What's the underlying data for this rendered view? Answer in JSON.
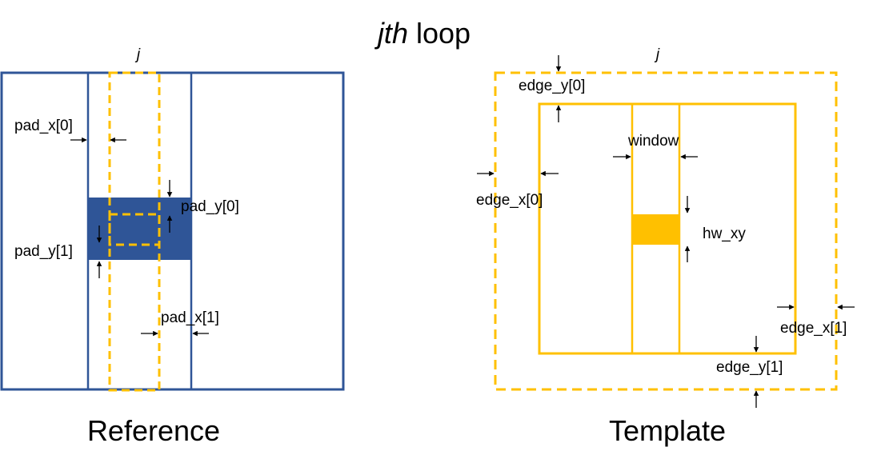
{
  "title": {
    "italic": "jth",
    "rest": " loop"
  },
  "colors": {
    "reference": "#2f5597",
    "template": "#ffc000",
    "arrow": "#000000"
  },
  "reference": {
    "caption": "Reference",
    "column_label": "j",
    "labels": {
      "pad_x0": "pad_x[0]",
      "pad_x1": "pad_x[1]",
      "pad_y0": "pad_y[0]",
      "pad_y1": "pad_y[1]"
    }
  },
  "template": {
    "caption": "Template",
    "column_label": "j",
    "labels": {
      "edge_x0": "edge_x[0]",
      "edge_x1": "edge_x[1]",
      "edge_y0": "edge_y[0]",
      "edge_y1": "edge_y[1]",
      "window": "window",
      "hw_xy": "hw_xy"
    }
  }
}
